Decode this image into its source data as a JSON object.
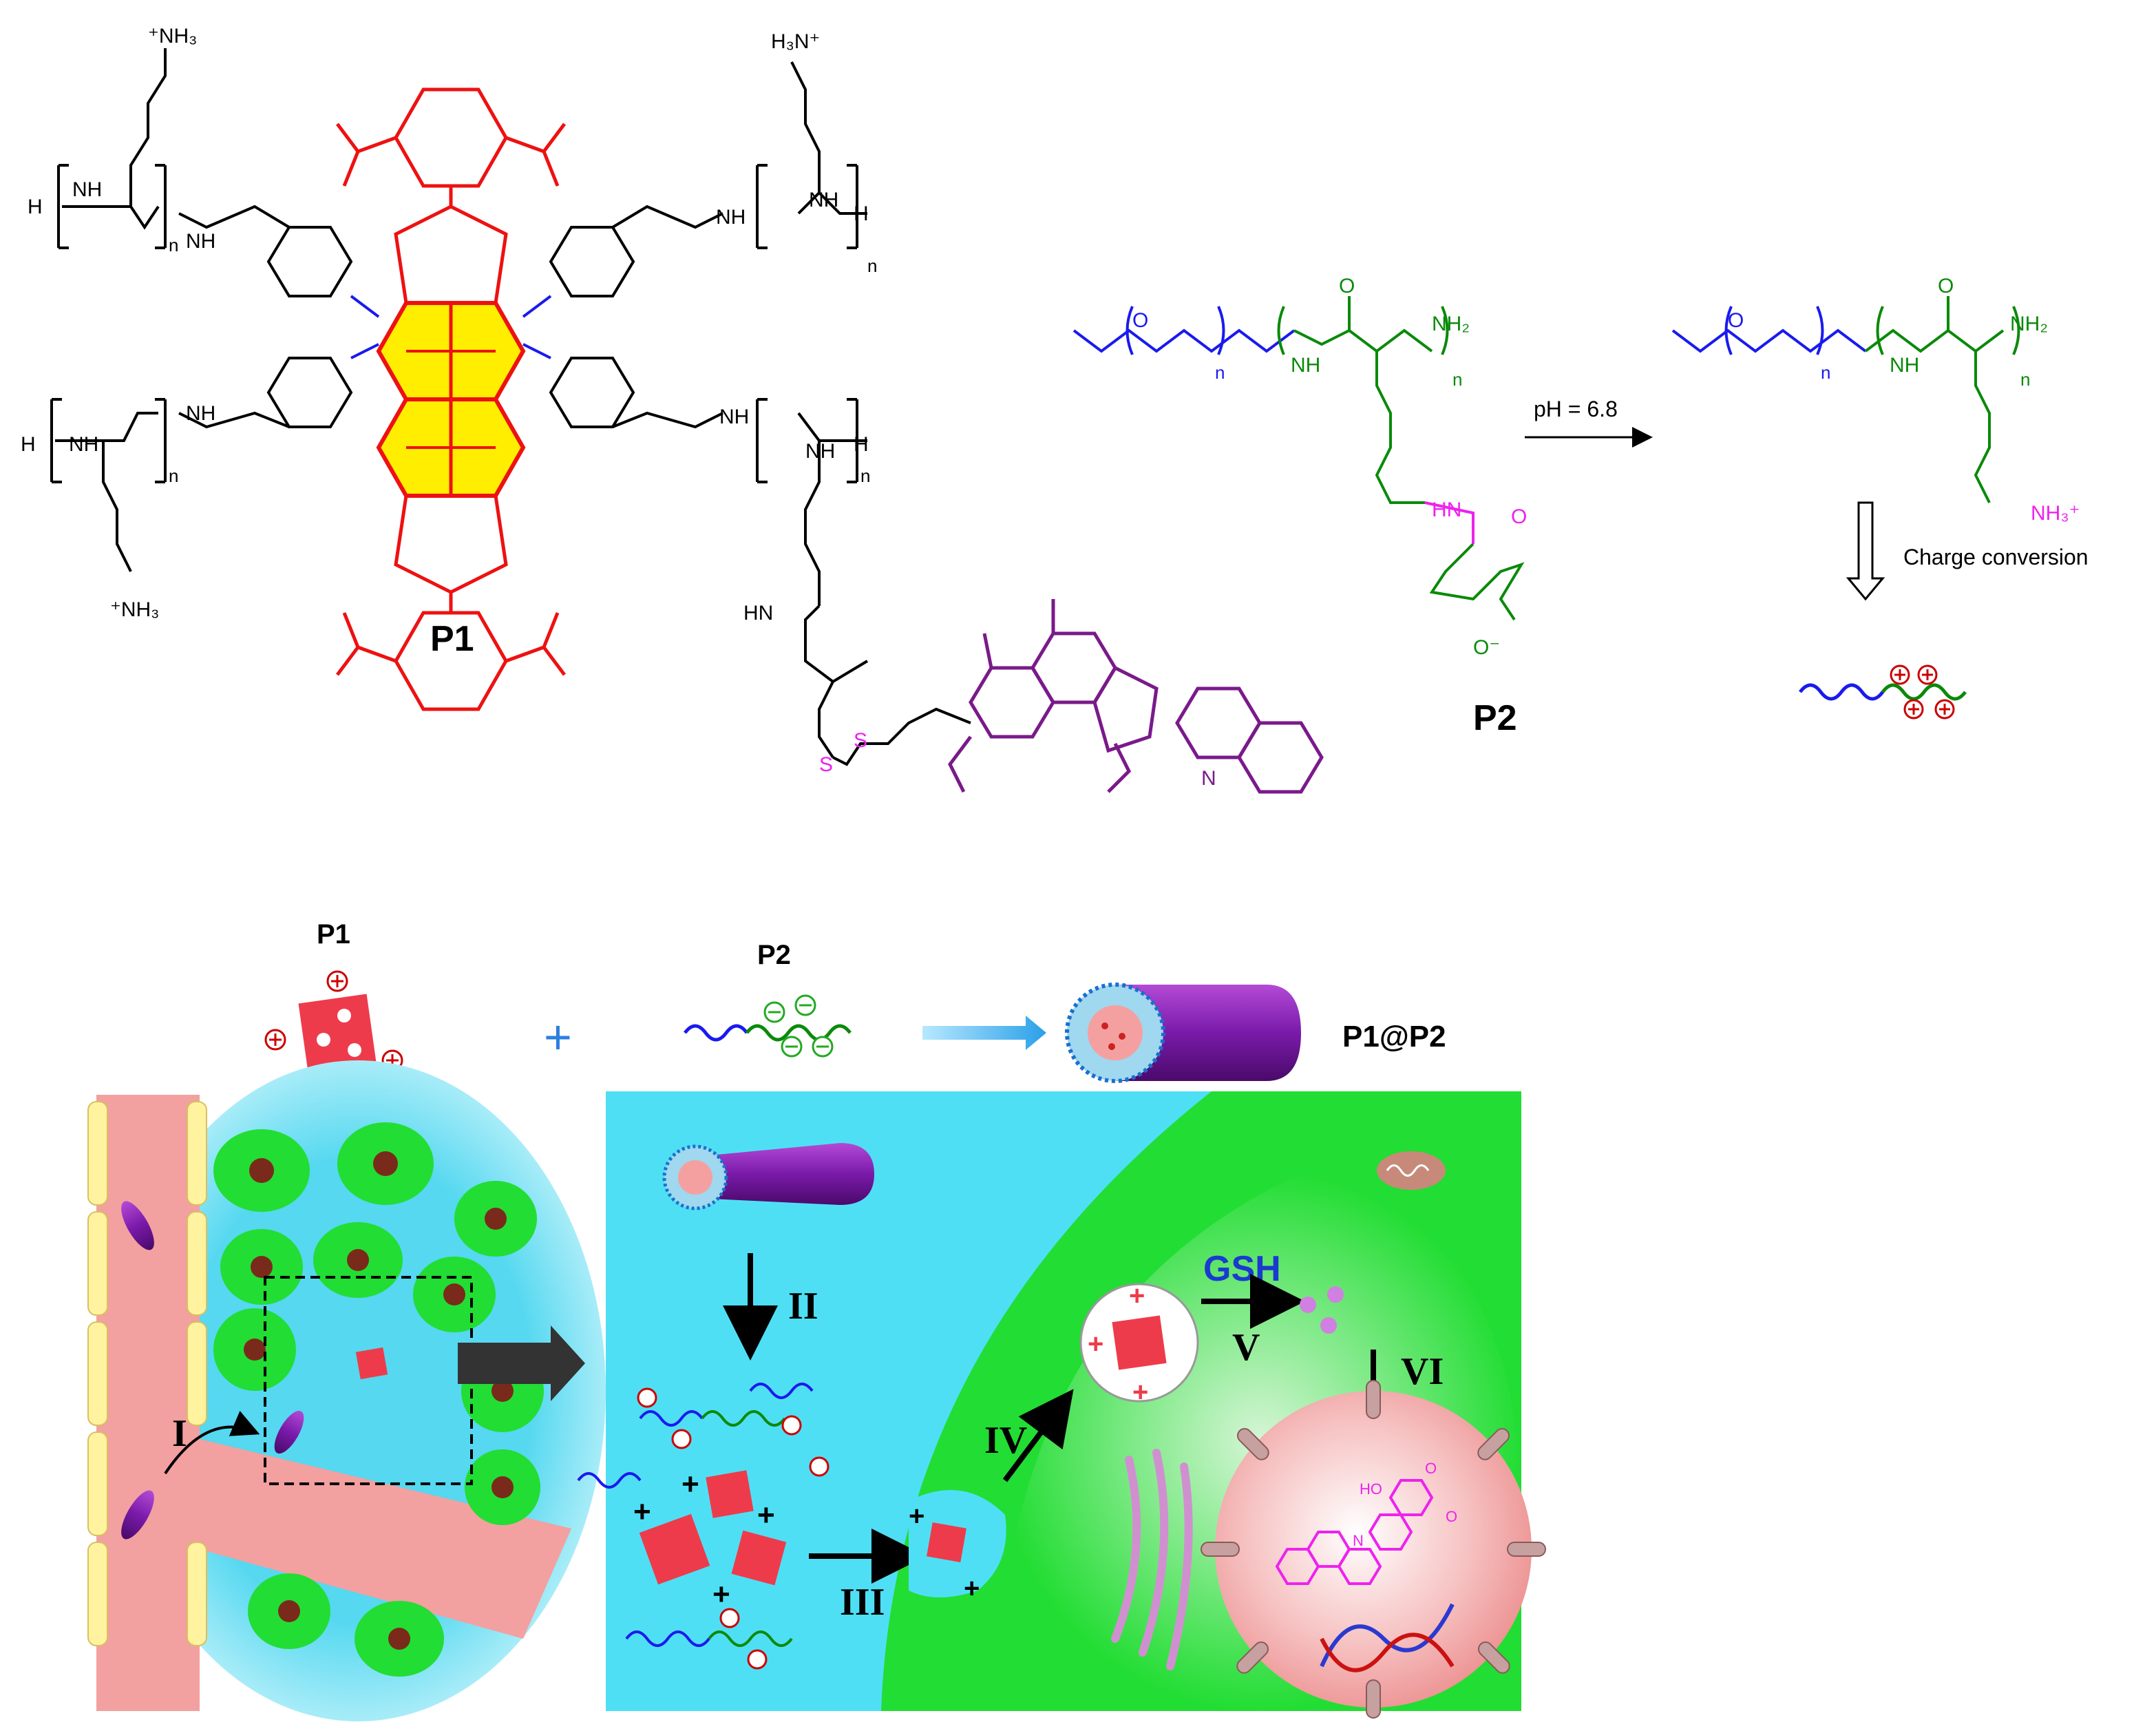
{
  "colors": {
    "peg_blue": "#1a1aee",
    "lysine_green": "#0a8a0a",
    "linker_magenta": "#ee22ee",
    "camptothecin_purple": "#7a1a8a",
    "pdi_red": "#ee1111",
    "pdi_yellow": "#ffee00",
    "tumor_cyan": "#55d8f0",
    "cell_green": "#22dd33",
    "vessel_pink": "#f3a0a0",
    "nucleus_pink": "#f4a3a3",
    "nanocube_red": "#ee3b4b",
    "micelle_purple": "#7a1aaa"
  },
  "icons": [
    "nanocube-icon",
    "polymer-chain-icon",
    "micelle-rod-icon",
    "tumor-cell-icon",
    "mitochondrion-icon",
    "dna-helix-icon",
    "golgi-icon",
    "blood-vessel-icon"
  ],
  "structure": {
    "p1_label": "P1",
    "p2_label": "P2",
    "nh3_plus": "⁺NH₃",
    "h3n_plus": "H₃N⁺",
    "nh3_plus_right": "NH₃⁺",
    "h_atom": "H",
    "nh": "NH",
    "n_sub": "n",
    "o_atom": "O",
    "n_atom": "N",
    "s_atom": "S",
    "hn": "HN",
    "o_minus": "O⁻",
    "reaction_condition": "pH = 6.8",
    "charge_conversion": "Charge conversion",
    "nh2": "NH₂"
  },
  "scheme": {
    "p1_label": "P1",
    "p2_label": "P2",
    "plus_sign": "+",
    "assembly_label": "P1@P2",
    "step_I": "I",
    "step_II": "II",
    "step_III": "III",
    "step_IV": "IV",
    "step_V": "V",
    "step_VI": "VI",
    "gsh": "GSH",
    "ho": "HO",
    "o": "O",
    "n": "N"
  }
}
